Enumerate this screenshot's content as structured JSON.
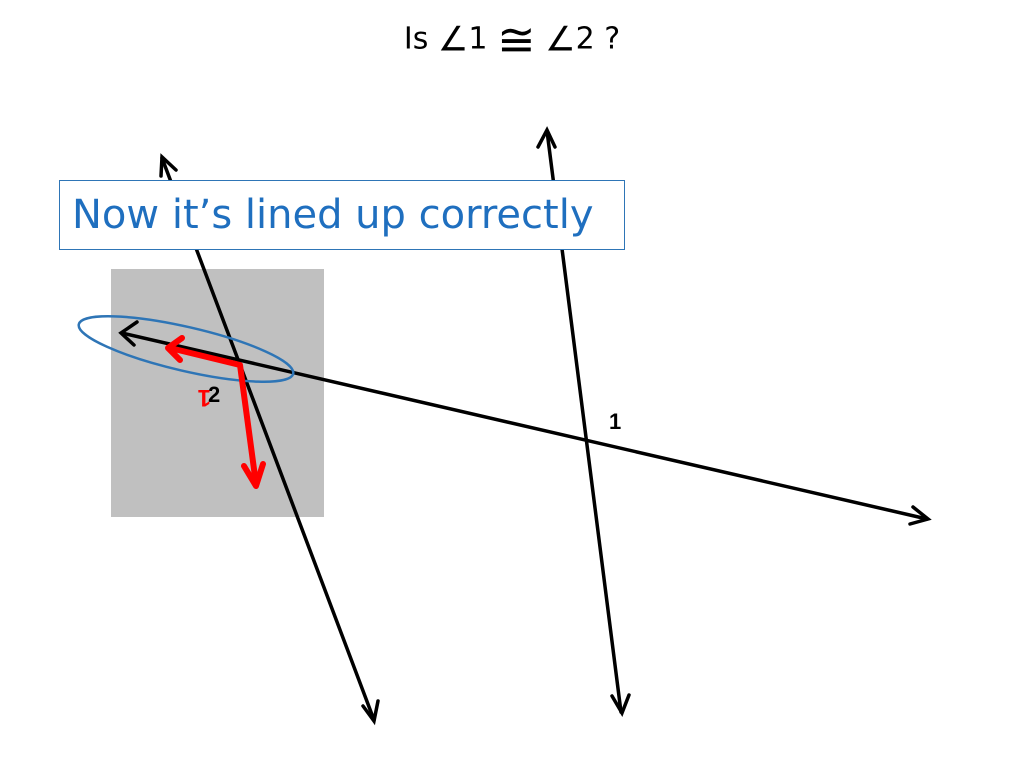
{
  "title": {
    "prefix": "Is",
    "angle_symbol": "∠",
    "first_angle": "1",
    "congruent_symbol": "≅",
    "second_angle": "2",
    "question_mark": "?"
  },
  "callout": {
    "text": "Now it’s lined up correctly"
  },
  "diagram": {
    "labels": {
      "angle_one": "1",
      "angle_two": "2",
      "rotated_copy": "1"
    },
    "colors": {
      "lines": "#000000",
      "highlight_arrows": "#ff0000",
      "overlay": "#c0c0c0",
      "ellipse": "#2e75b6",
      "callout_text": "#1f6fbf"
    }
  }
}
